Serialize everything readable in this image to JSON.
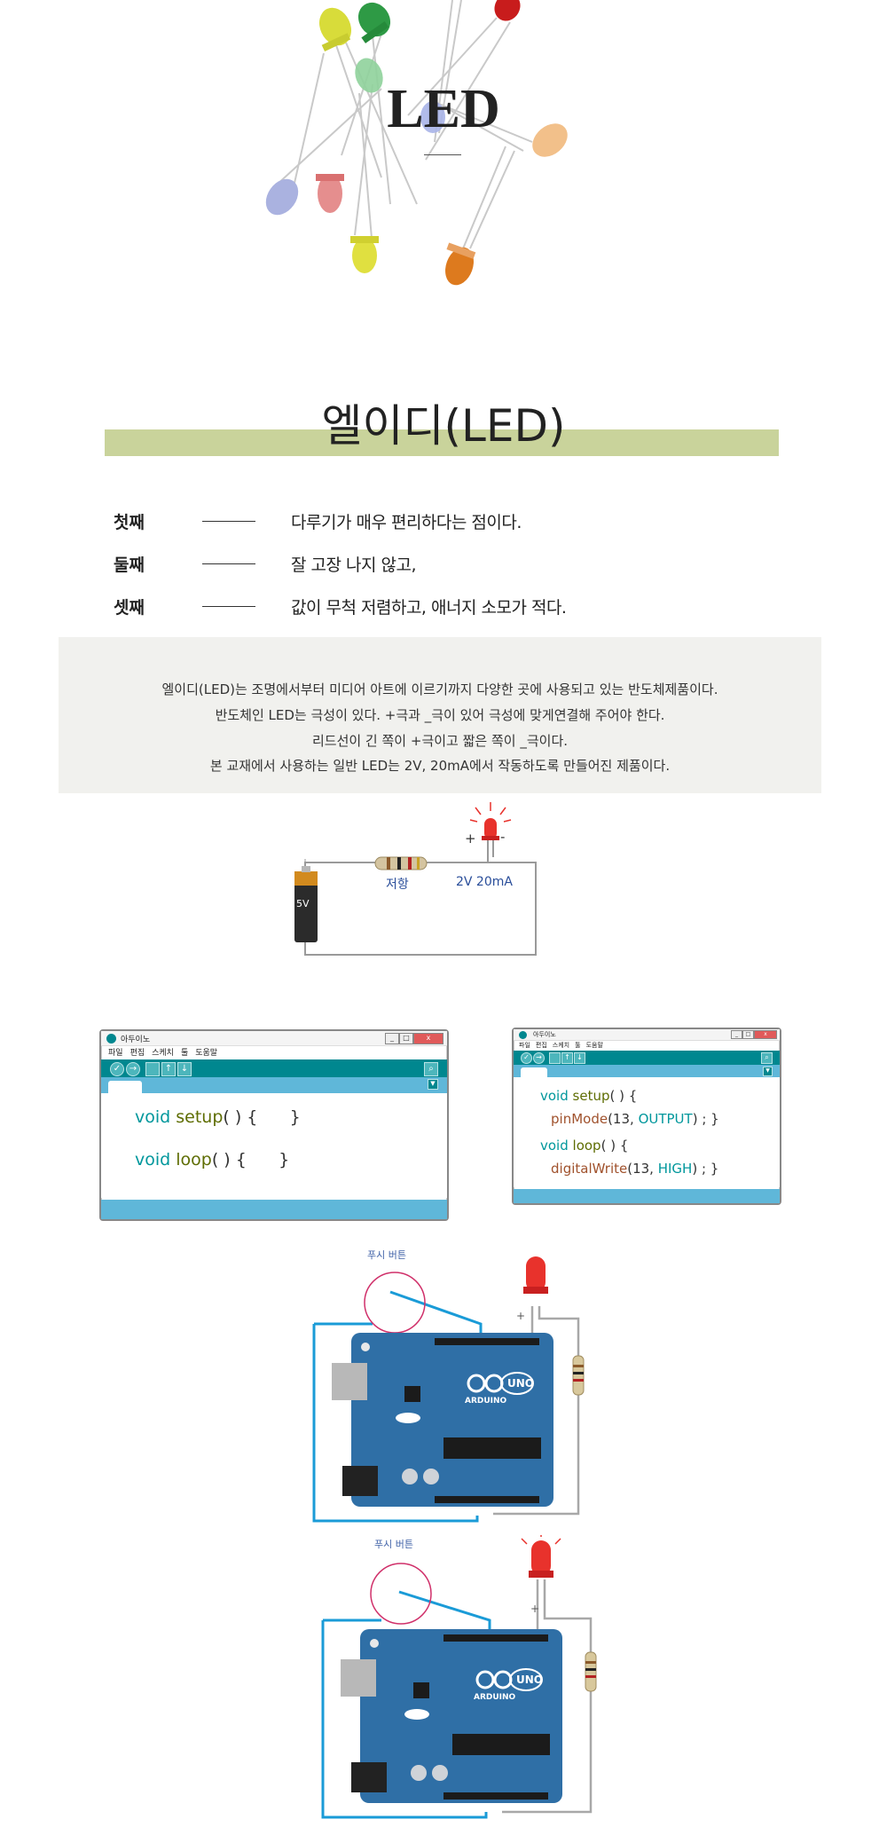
{
  "hero": {
    "title": "LED"
  },
  "section": {
    "title": "엘이디(LED)"
  },
  "points": [
    {
      "label": "첫째",
      "text": "다루기가 매우 편리하다는 점이다."
    },
    {
      "label": "둘째",
      "text": "잘 고장 나지 않고,"
    },
    {
      "label": "셋째",
      "text": "값이 무척 저렴하고, 애너지 소모가 적다."
    }
  ],
  "info": {
    "lines": [
      "엘이디(LED)는 조명에서부터 미디어 아트에 이르기까지 다양한 곳에 사용되고 있는 반도체제품이다.",
      "반도체인 LED는 극성이 있다. +극과 _극이 있어 극성에 맞게연결해 주어야 한다.",
      "리드선이 긴 쪽이 +극이고 짧은 쪽이 _극이다.",
      "본 교재에서 사용하는 일반 LED는 2V, 20mA에서 작동하도록 만들어진 제품이다."
    ]
  },
  "circuit": {
    "battery_label": "5V",
    "resistor_label": "저항",
    "led_label": "2V 20mA",
    "plus": "+",
    "minus": "-"
  },
  "ide_window_1": {
    "title": "아두이노",
    "menu": [
      "파일",
      "편집",
      "스케치",
      "툴",
      "도움말"
    ],
    "code": {
      "setup_kw": "void",
      "setup_fn": "setup",
      "setup_rest": "( ) {      }",
      "loop_kw": "void",
      "loop_fn": "loop",
      "loop_rest": "( ) {      }"
    }
  },
  "ide_window_2": {
    "title": "아두이노",
    "menu": [
      "파일",
      "편집",
      "스케치",
      "툴",
      "도움말"
    ],
    "code": {
      "l1_kw": "void",
      "l1_fn": "setup",
      "l1_rest": "( ) {",
      "l2_fn": "pinMode",
      "l2_a": "(13, ",
      "l2_c": "OUTPUT",
      "l2_b": ") ; }",
      "l3_kw": "void",
      "l3_fn": "loop",
      "l3_rest": "( ) {",
      "l4_fn": "digitalWrite",
      "l4_a": "(13, ",
      "l4_c": "HIGH",
      "l4_b": ") ; }"
    }
  },
  "board_1": {
    "push_label": "푸시 버튼",
    "plus": "+",
    "logo": "UNO",
    "brand": "ARDUINO"
  },
  "board_2": {
    "push_label": "푸시 버튼",
    "plus": "+",
    "logo": "UNO",
    "brand": "ARDUINO"
  },
  "colors": {
    "accent_bar": "#c9d39b",
    "teal": "#00878f",
    "ide_blue": "#5fb7d9",
    "board_blue": "#2f6fa6",
    "wire_blue": "#1a9bd7",
    "led_red": "#e8322c"
  }
}
